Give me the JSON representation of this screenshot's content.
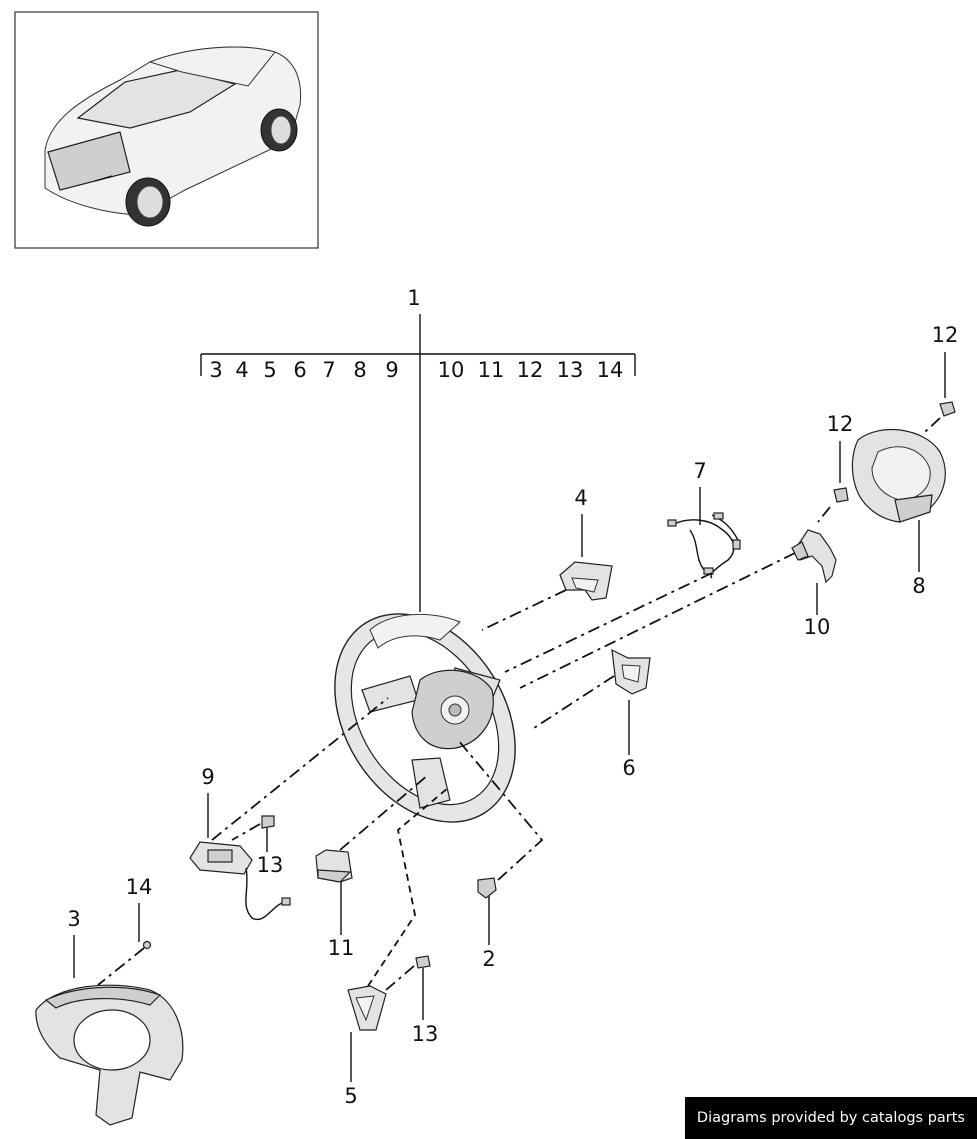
{
  "labels": {
    "group": "1",
    "group_members": [
      "3",
      "4",
      "5",
      "6",
      "7",
      "8",
      "9",
      "10",
      "11",
      "12",
      "13",
      "14"
    ],
    "p2": "2",
    "p3": "3",
    "p4": "4",
    "p5": "5",
    "p6": "6",
    "p7": "7",
    "p8": "8",
    "p9": "9",
    "p10": "10",
    "p11": "11",
    "p12a": "12",
    "p12b": "12",
    "p13a": "13",
    "p13b": "13",
    "p14": "14"
  },
  "footer": "Diagrams provided by catalogs parts"
}
